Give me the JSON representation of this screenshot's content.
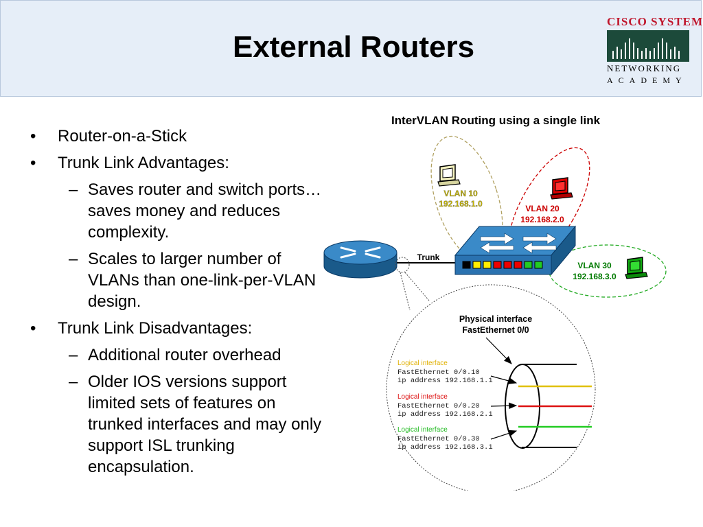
{
  "slide": {
    "title": "External Routers"
  },
  "logo": {
    "company": "Cisco Systems",
    "line1": "Networking",
    "line2": "Academy"
  },
  "bullets": [
    {
      "level": 1,
      "text": "Router-on-a-Stick"
    },
    {
      "level": 1,
      "text": "Trunk Link Advantages:"
    },
    {
      "level": 2,
      "text": "Saves router and switch ports…saves money and reduces complexity."
    },
    {
      "level": 2,
      "text": "Scales to larger number of VLANs than one-link-per-VLAN design."
    },
    {
      "level": 1,
      "text": "Trunk Link Disadvantages:"
    },
    {
      "level": 2,
      "text": "Additional router overhead"
    },
    {
      "level": 2,
      "text": "Older IOS versions support limited sets of features on trunked interfaces and may only support ISL trunking encapsulation."
    }
  ],
  "diagram": {
    "title": "InterVLAN Routing using a single link",
    "trunk_label": "Trunk",
    "vlans": [
      {
        "name": "VLAN 10",
        "subnet": "192.168.1.0",
        "color": "#d8cc00"
      },
      {
        "name": "VLAN 20",
        "subnet": "192.168.2.0",
        "color": "#cc0000"
      },
      {
        "name": "VLAN 30",
        "subnet": "192.168.3.0",
        "color": "#009900"
      }
    ],
    "physical_label_1": "Physical interface",
    "physical_label_2": "FastEthernet 0/0",
    "logical": [
      {
        "label": "Logical interface",
        "iface": "FastEthernet 0/0.10",
        "ip": "ip address 192.168.1.1",
        "color": "#e0c000"
      },
      {
        "label": "Logical interface",
        "iface": "FastEthernet 0/0.20",
        "ip": "ip address 192.168.2.1",
        "color": "#dd1111"
      },
      {
        "label": "Logical interface",
        "iface": "FastEthernet 0/0.30",
        "ip": "ip address 192.168.3.1",
        "color": "#22cc22"
      }
    ]
  }
}
